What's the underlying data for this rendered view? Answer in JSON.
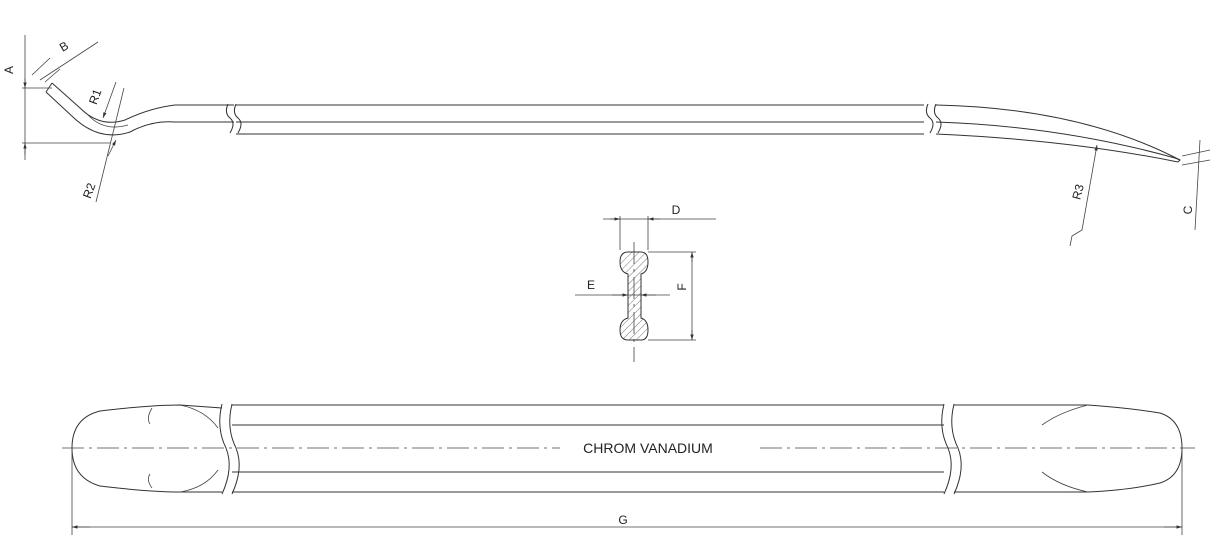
{
  "labels": {
    "A": "A",
    "B": "B",
    "C": "C",
    "D": "D",
    "E": "E",
    "F": "F",
    "G": "G",
    "R1": "R1",
    "R2": "R2",
    "R3": "R3"
  },
  "material_text": "CHROM VANADIUM"
}
